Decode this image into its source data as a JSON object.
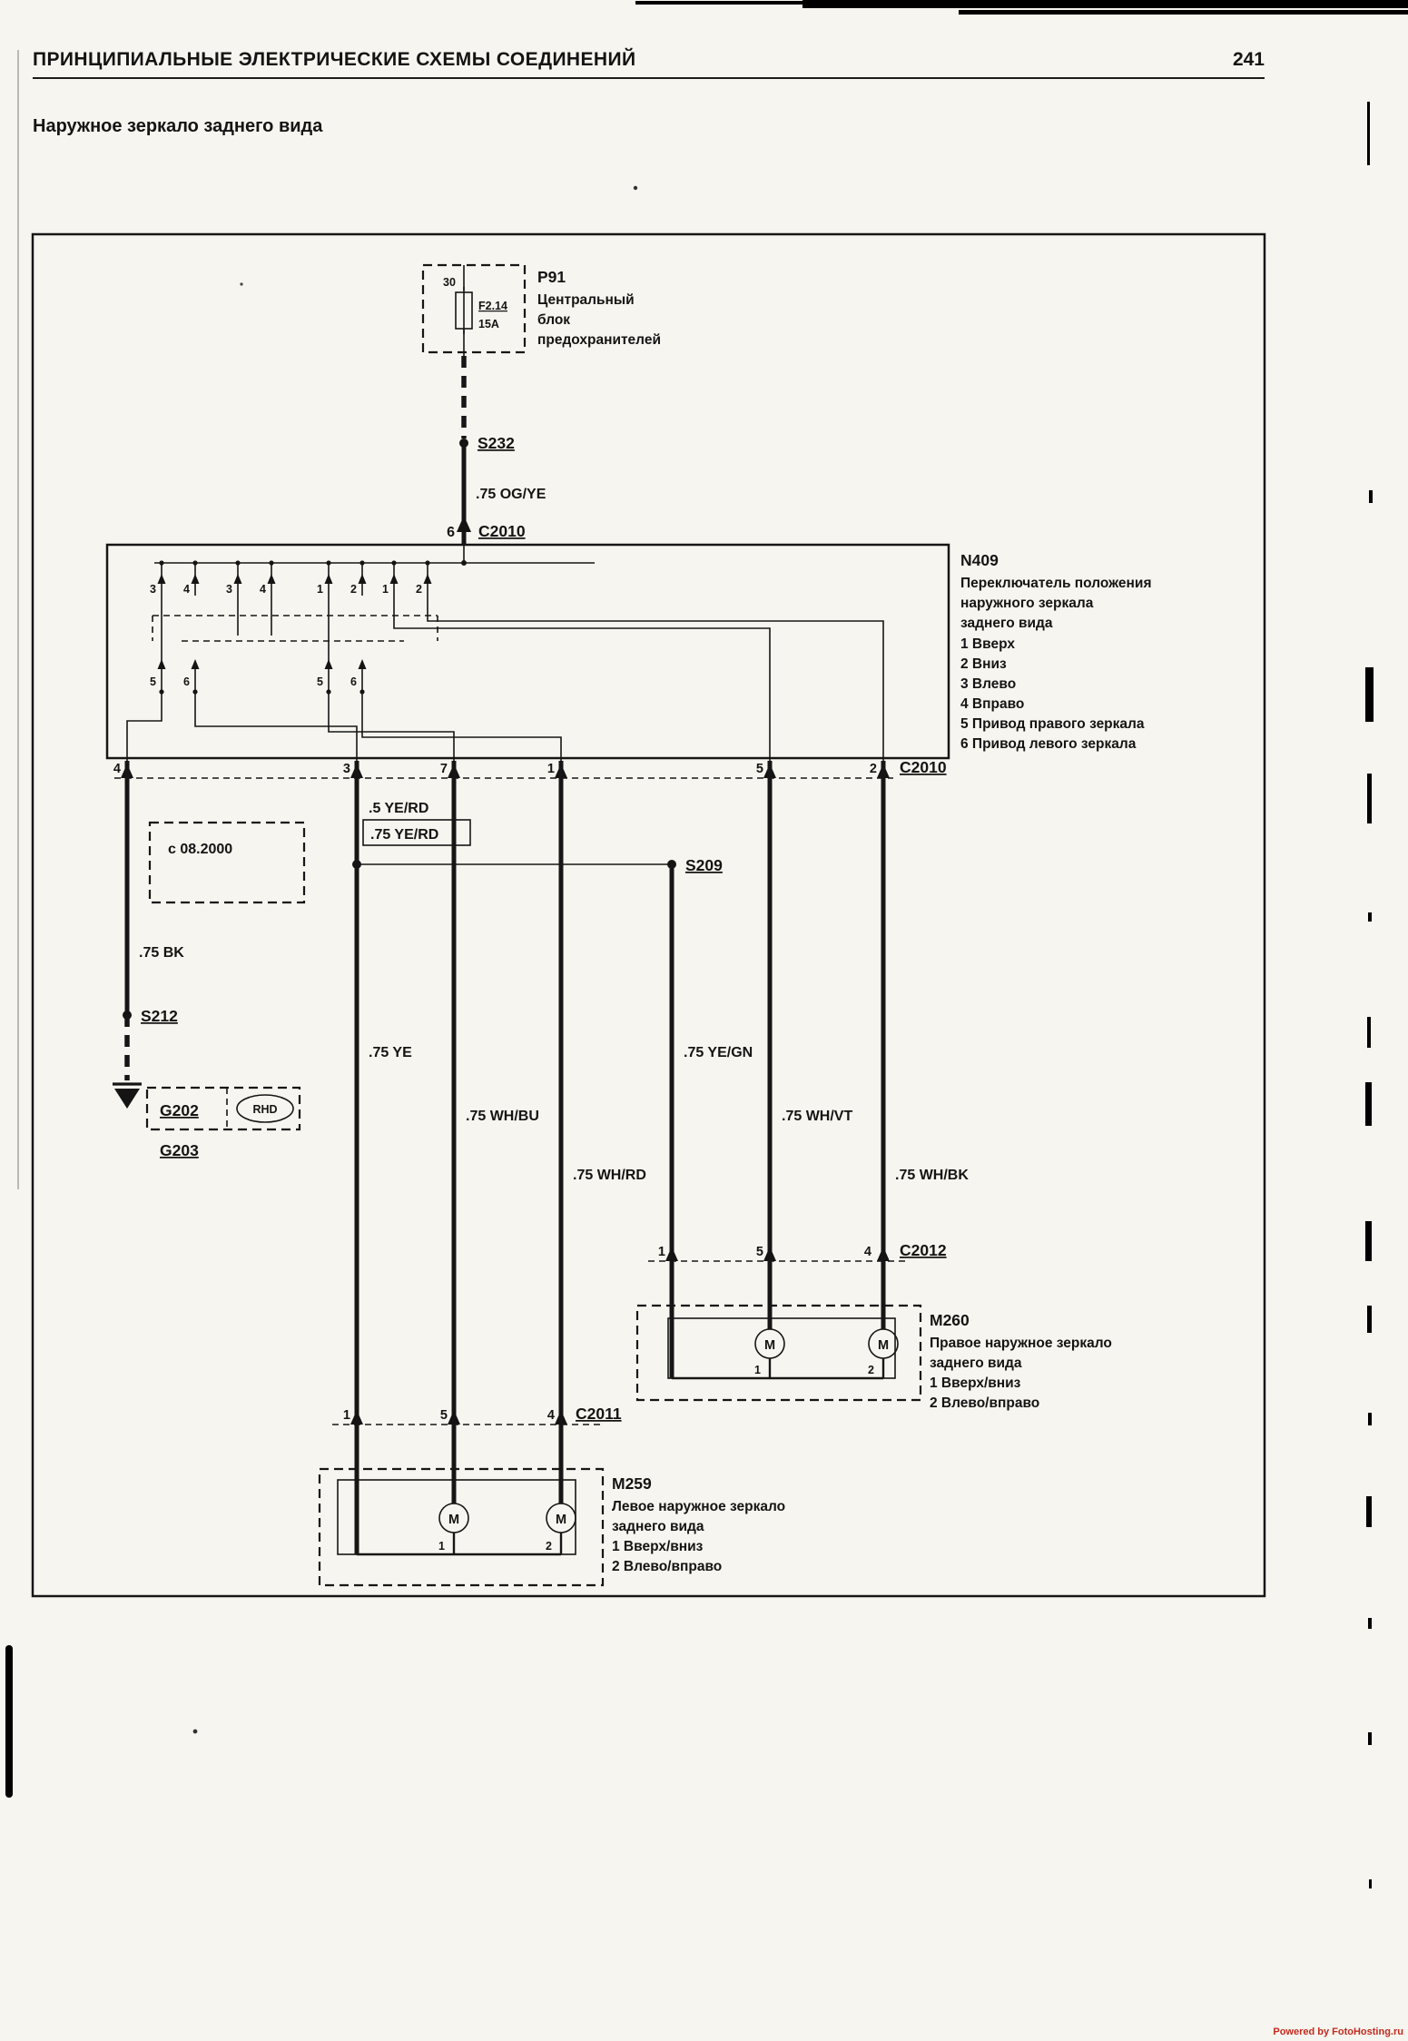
{
  "page": {
    "header": "ПРИНЦИПИАЛЬНЫЕ ЭЛЕКТРИЧЕСКИЕ СХЕМЫ СОЕДИНЕНИЙ",
    "page_number": "241",
    "title": "Наружное зеркало заднего вида",
    "watermark": "Powered by FotoHosting.ru"
  },
  "fuse_box": {
    "id": "P91",
    "terminal": "30",
    "fuse_name": "F2.14",
    "fuse_rating": "15A",
    "desc": [
      "Центральный",
      "блок",
      "предохранителей"
    ]
  },
  "splices": {
    "s232": "S232",
    "s212": "S212",
    "s209": "S209"
  },
  "grounds": {
    "g202": "G202",
    "g203": "G203",
    "rhd": "RHD"
  },
  "note_08_2000": "с 08.2000",
  "wires": {
    "og_ye": ".75 OG/YE",
    "ye_rd_thin": ".5 YE/RD",
    "ye_rd": ".75 YE/RD",
    "bk": ".75 BK",
    "ye": ".75 YE",
    "wh_bu": ".75 WH/BU",
    "wh_rd": ".75 WH/RD",
    "ye_gn": ".75 YE/GN",
    "wh_vt": ".75 WH/VT",
    "wh_bk": ".75 WH/BK"
  },
  "connectors": {
    "c2010_top_pin": "6",
    "c2010_top_label": "C2010",
    "c2010": {
      "label": "C2010",
      "pins": [
        "4",
        "3",
        "7",
        "1",
        "5",
        "2"
      ]
    },
    "c2012": {
      "label": "C2012",
      "pins": [
        "1",
        "5",
        "4"
      ]
    },
    "c2011": {
      "label": "C2011",
      "pins": [
        "1",
        "5",
        "4"
      ]
    }
  },
  "switch_n409": {
    "id": "N409",
    "desc": [
      "Переключатель положения",
      "наружного зеркала",
      "заднего вида"
    ],
    "legend": [
      "1 Вверх",
      "2 Вниз",
      "3 Влево",
      "4 Вправо",
      "5 Привод правого зеркала",
      "6 Привод левого зеркала"
    ],
    "top_contact_pins": [
      "3",
      "4",
      "3",
      "4",
      "1",
      "2",
      "1",
      "2"
    ],
    "lower_contact_pins": [
      "5",
      "6",
      "5",
      "6"
    ]
  },
  "mirror_right_m260": {
    "id": "M260",
    "desc": [
      "Правое наружное зеркало",
      "заднего вида"
    ],
    "legend": [
      "1 Вверх/вниз",
      "2 Влево/вправо"
    ],
    "motor": "M",
    "pins": [
      "1",
      "2"
    ]
  },
  "mirror_left_m259": {
    "id": "M259",
    "desc": [
      "Левое наружное зеркало",
      "заднего вида"
    ],
    "legend": [
      "1 Вверх/вниз",
      "2 Влево/вправо"
    ],
    "motor": "M",
    "pins": [
      "1",
      "2"
    ]
  }
}
